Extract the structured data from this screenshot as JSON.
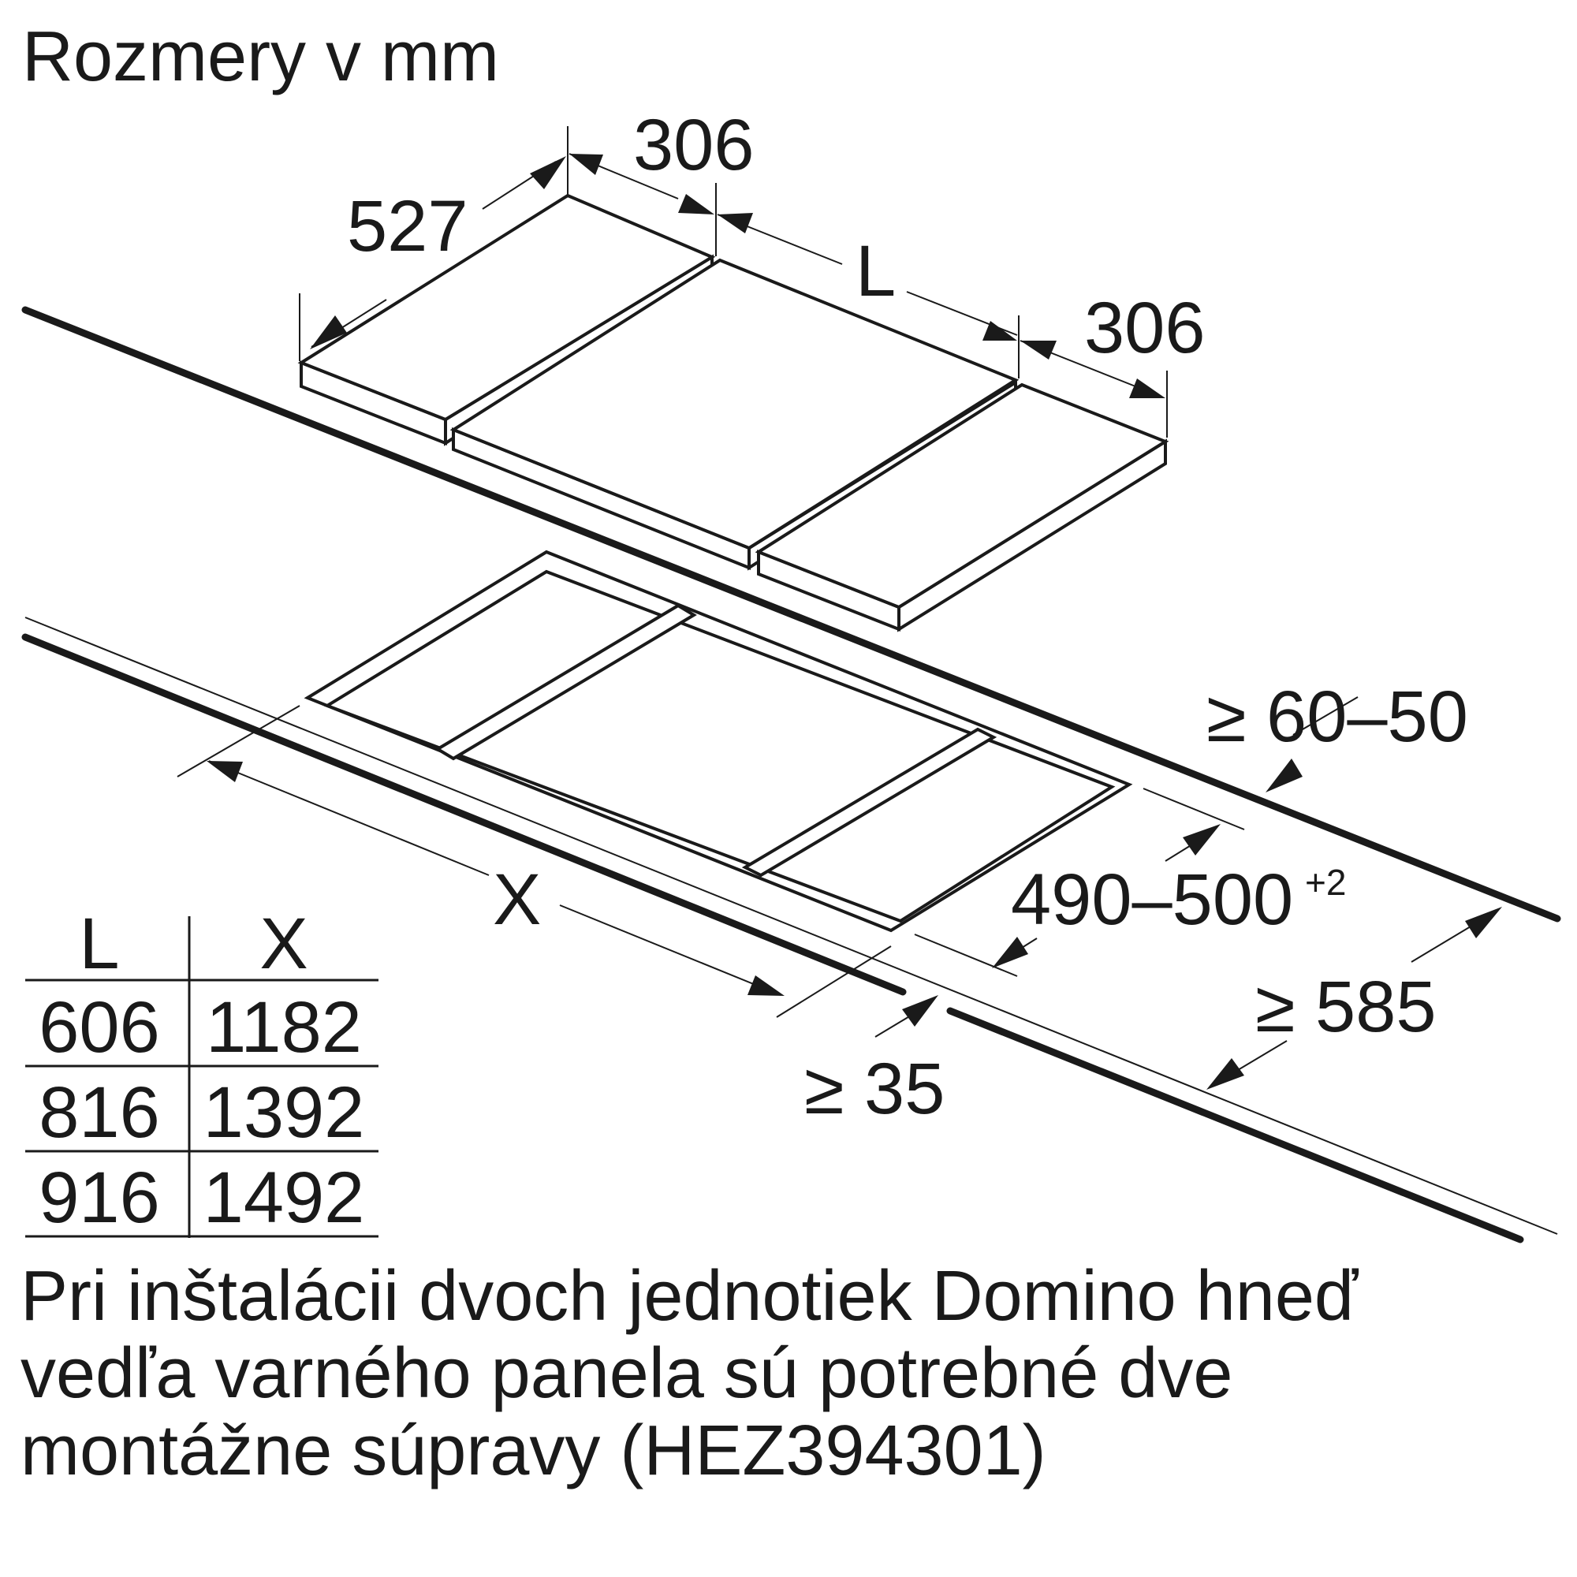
{
  "title": "Rozmery v mm",
  "dimensions": {
    "depth": "527",
    "left_width": "306",
    "middle_width": "L",
    "right_width": "306",
    "worktop_front_clearance": "≥ 60–50",
    "cutout_depth": "490–500",
    "cutout_depth_tolerance": "+2",
    "cutout_length": "X",
    "wall_distance": "≥ 35",
    "min_worktop_depth": "≥ 585"
  },
  "table": {
    "headers": [
      "L",
      "X"
    ],
    "rows": [
      [
        "606",
        "1182"
      ],
      [
        "816",
        "1392"
      ],
      [
        "916",
        "1492"
      ]
    ]
  },
  "caption": [
    "Pri inštalácii dvoch jednotiek Domino hneď",
    "vedľa varného panela sú potrebné dve",
    "montážne súpravy (HEZ394301)"
  ]
}
